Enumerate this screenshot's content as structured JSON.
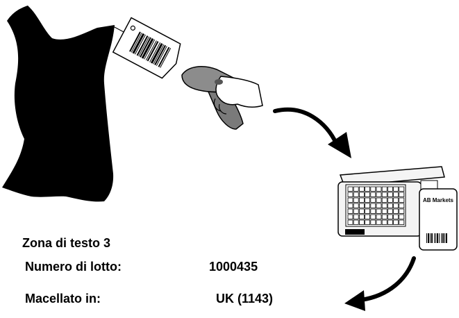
{
  "text_zone": {
    "title": "Zona di testo 3",
    "lot_label": "Numero di lotto:",
    "lot_value": "1000435",
    "origin_label": "Macellato in:",
    "origin_value": "UK (1143)"
  },
  "label_card": {
    "brand": "AB Markets"
  },
  "icons": {
    "carcass": "meat-carcass-icon",
    "tag": "barcode-tag-icon",
    "scanner": "barcode-scanner-icon",
    "scale": "label-printing-scale-icon",
    "printed_label": "printed-label-icon",
    "arrows": [
      "curved-arrow-icon",
      "curved-arrow-icon"
    ]
  },
  "colors": {
    "ink": "#000000",
    "scanner_body": "#8c8c8c",
    "scale_fill": "#f4f4f4"
  }
}
